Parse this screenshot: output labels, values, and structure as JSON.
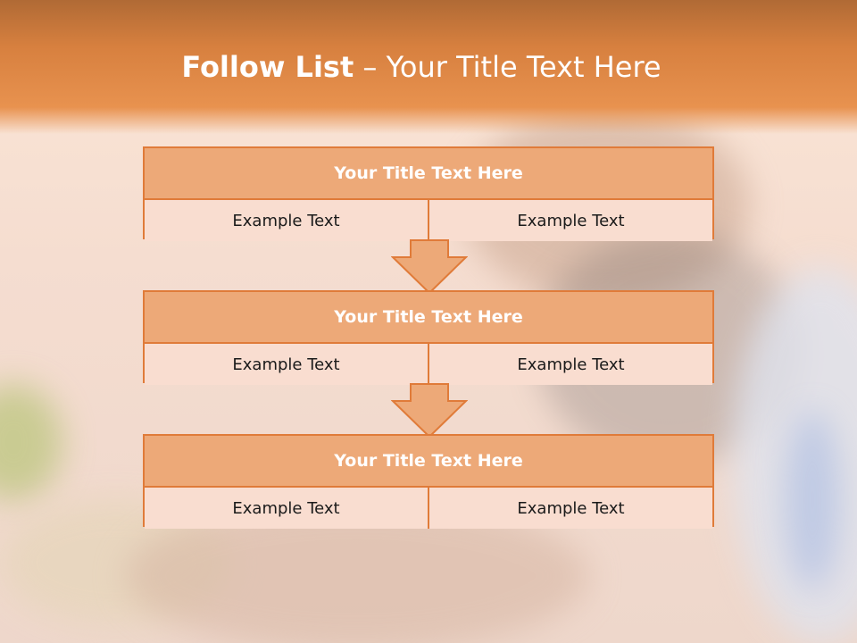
{
  "slide": {
    "title_bold": "Follow List",
    "title_rest": " – Your Title Text Here"
  },
  "blocks": [
    {
      "title": "Your Title Text Here",
      "cells": [
        "Example Text",
        "Example Text"
      ]
    },
    {
      "title": "Your Title Text Here",
      "cells": [
        "Example Text",
        "Example Text"
      ]
    },
    {
      "title": "Your Title Text Here",
      "cells": [
        "Example Text",
        "Example Text"
      ]
    }
  ],
  "colors": {
    "accent": "#e07b39",
    "header_fill": "#eda978",
    "cell_fill": "#f9ddd0",
    "title_text": "#ffffff"
  }
}
